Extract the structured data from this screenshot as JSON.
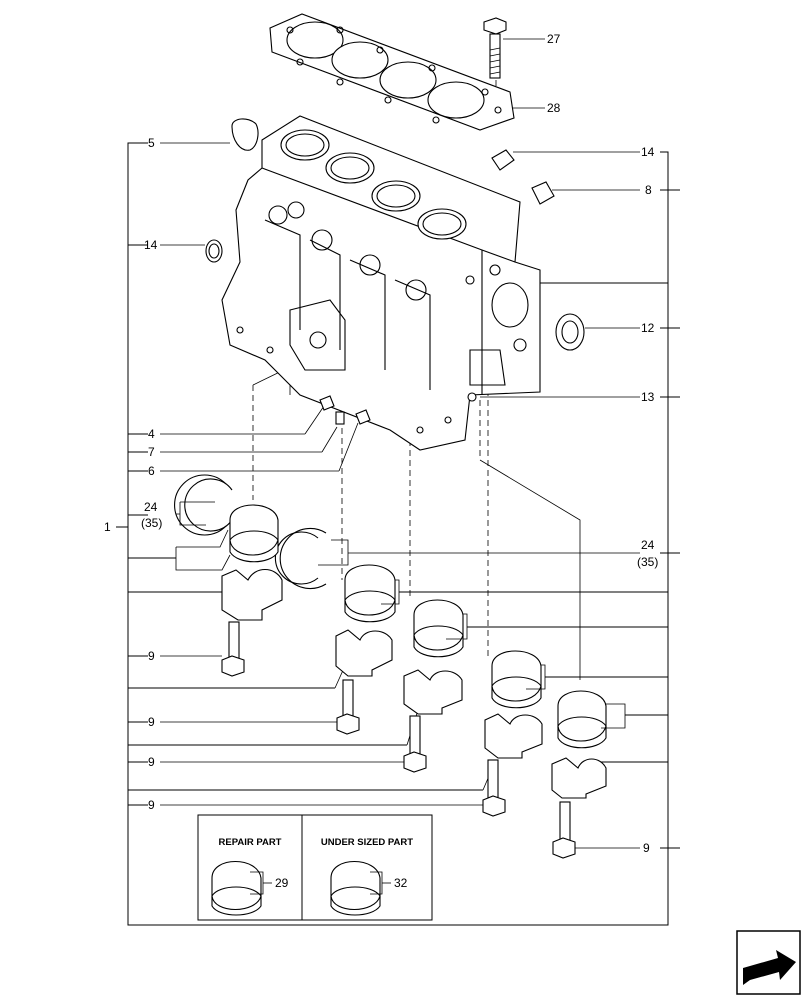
{
  "callouts": [
    {
      "id": "c27",
      "text": "27"
    },
    {
      "id": "c28",
      "text": "28"
    },
    {
      "id": "c5",
      "text": "5"
    },
    {
      "id": "c14a",
      "text": "14"
    },
    {
      "id": "c8",
      "text": "8"
    },
    {
      "id": "c14b",
      "text": "14"
    },
    {
      "id": "c12",
      "text": "12"
    },
    {
      "id": "c13",
      "text": "13"
    },
    {
      "id": "c4",
      "text": "4"
    },
    {
      "id": "c7",
      "text": "7"
    },
    {
      "id": "c6",
      "text": "6"
    },
    {
      "id": "c1",
      "text": "1"
    },
    {
      "id": "c24a",
      "text": "24"
    },
    {
      "id": "c35a",
      "text": "(35)"
    },
    {
      "id": "c24b",
      "text": "24"
    },
    {
      "id": "c35b",
      "text": "(35)"
    },
    {
      "id": "c9a",
      "text": "9"
    },
    {
      "id": "c9b",
      "text": "9"
    },
    {
      "id": "c9c",
      "text": "9"
    },
    {
      "id": "c9d",
      "text": "9"
    },
    {
      "id": "c9e",
      "text": "9"
    },
    {
      "id": "c29",
      "text": "29"
    },
    {
      "id": "c32",
      "text": "32"
    }
  ],
  "legend": {
    "repair_title": "REPAIR PART",
    "undersized_title": "UNDER SIZED PART"
  },
  "nav": {
    "icon": "next-page-arrow-icon"
  }
}
